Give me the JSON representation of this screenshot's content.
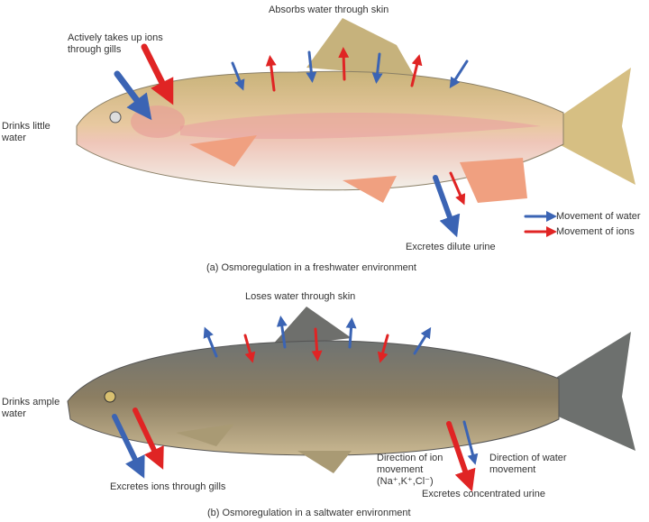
{
  "panel_a": {
    "top_label": "Absorbs water through skin",
    "gills_label": "Actively takes up ions through gills",
    "drink_label": "Drinks little water",
    "urine_label": "Excretes dilute urine",
    "caption": "(a) Osmoregulation in a freshwater environment",
    "legend": [
      {
        "label": "Movement of water",
        "color": "#3b64b4"
      },
      {
        "label": "Movement of ions",
        "color": "#e02424"
      }
    ]
  },
  "panel_b": {
    "top_label": "Loses water through skin",
    "drink_label": "Drinks ample water",
    "gills_label": "Excretes ions through gills",
    "ion_dir_label": "Direction of ion movement (Na⁺,K⁺,Cl⁻)",
    "water_dir_label": "Direction of water movement",
    "urine_label": "Excretes concentrated urine",
    "caption": "(b) Osmoregulation in a saltwater environment"
  }
}
